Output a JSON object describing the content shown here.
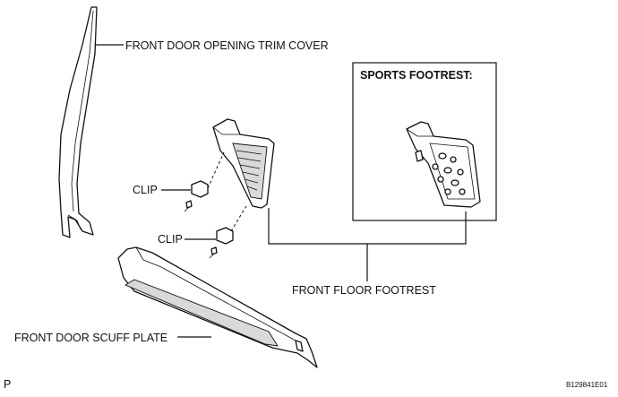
{
  "labels": {
    "trim_cover": "FRONT DOOR OPENING TRIM COVER",
    "sports_footrest": "SPORTS FOOTREST:",
    "clip_upper": "CLIP",
    "clip_lower": "CLIP",
    "floor_footrest": "FRONT FLOOR FOOTREST",
    "scuff_plate": "FRONT DOOR SCUFF PLATE",
    "corner_code": "P",
    "figure_id": "B129841E01"
  }
}
